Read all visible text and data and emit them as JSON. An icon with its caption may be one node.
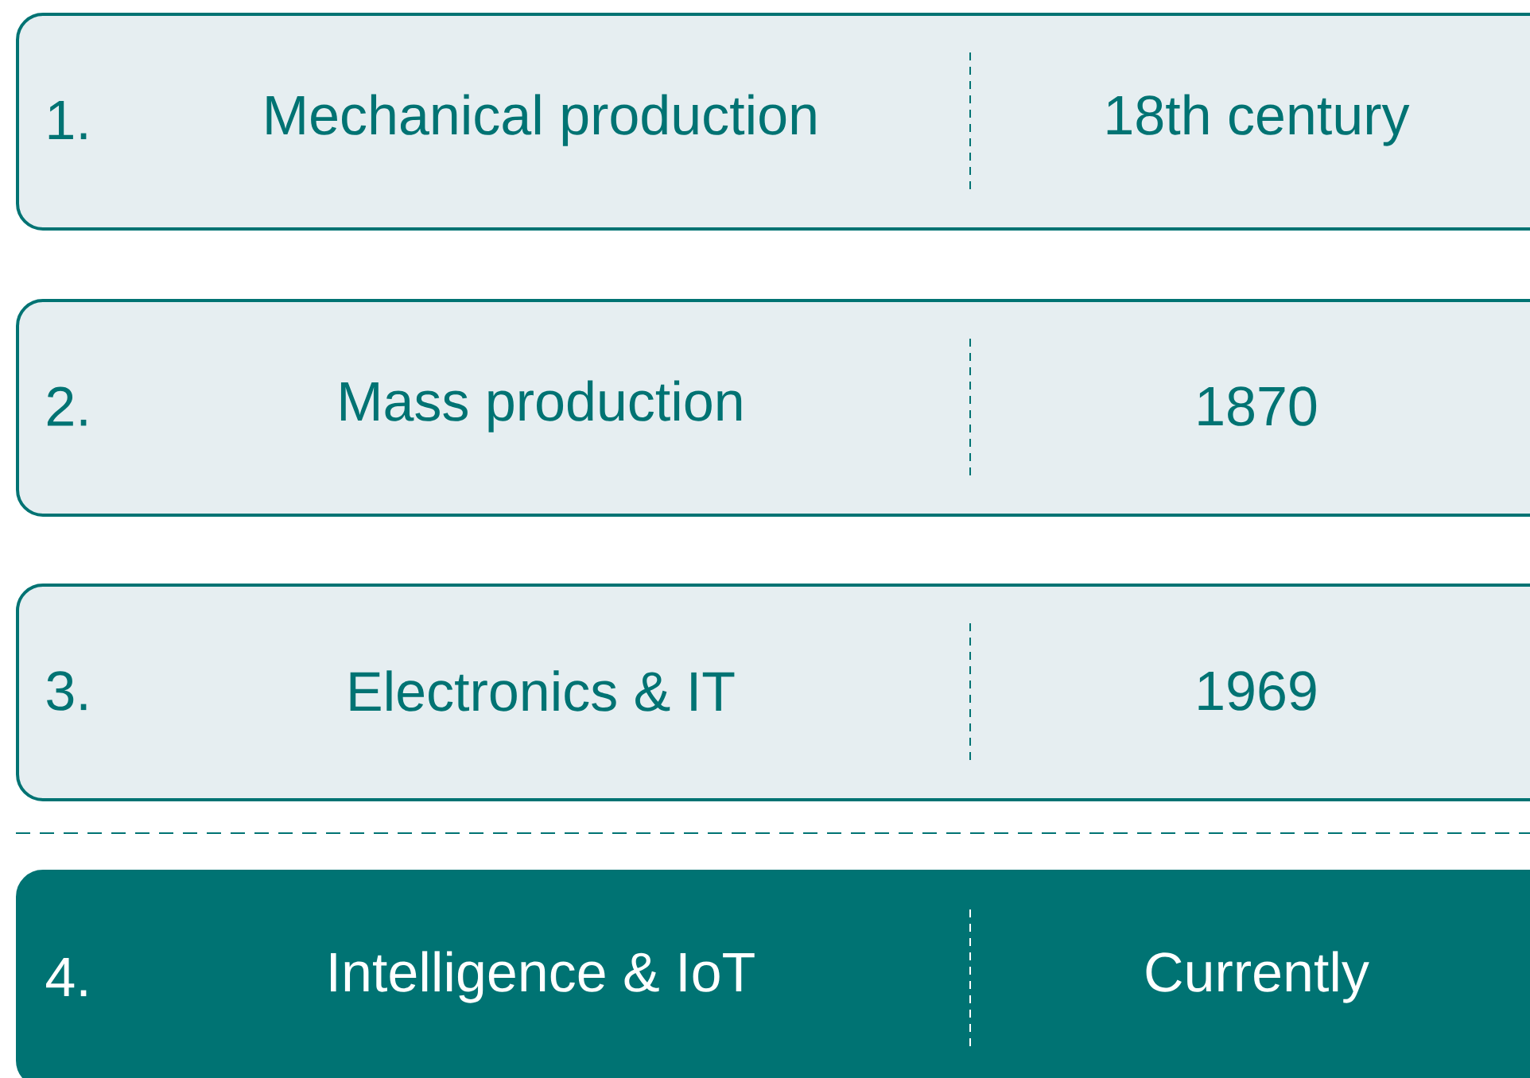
{
  "diagram": {
    "nodes": [
      {
        "text": [
          "1.",
          "Mechanical production",
          "18th century"
        ]
      },
      {
        "text": [
          "2.",
          "Mass production",
          "1870"
        ]
      },
      {
        "text": [
          "3.",
          "Electronics & IT",
          "1969"
        ]
      },
      {
        "text": [
          "4.",
          "Intelligence & IoT",
          "Currently"
        ]
      }
    ]
  }
}
